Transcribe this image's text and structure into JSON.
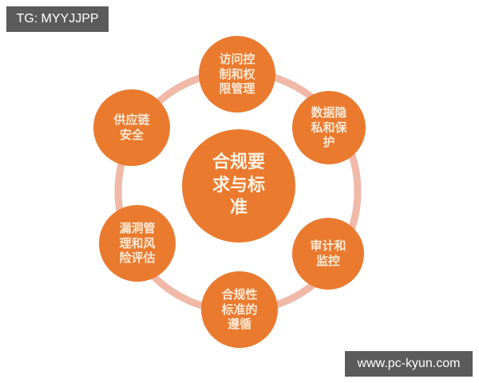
{
  "watermarks": {
    "top_left": "TG: MYYJJPP",
    "bottom_right": "www.pc-kyun.com"
  },
  "diagram": {
    "type": "hub-and-ring",
    "colors": {
      "node": "#ea7a2e",
      "ring": "#f0b9a8",
      "text": "#fbe9d6"
    },
    "center": {
      "label": "合规要\n求与标\n准"
    },
    "nodes": [
      {
        "id": "top",
        "label": "访问控\n制和权\n限管理"
      },
      {
        "id": "upper-right",
        "label": "数据隐\n私和保\n护"
      },
      {
        "id": "lower-right",
        "label": "审计和\n监控"
      },
      {
        "id": "bottom",
        "label": "合规性\n标准的\n遵循"
      },
      {
        "id": "lower-left",
        "label": "漏洞管\n理和风\n险评估"
      },
      {
        "id": "upper-left",
        "label": "供应链\n安全"
      }
    ]
  }
}
